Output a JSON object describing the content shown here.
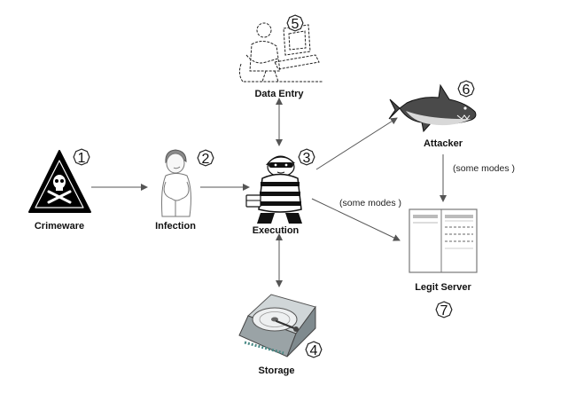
{
  "nodes": {
    "crimeware": {
      "label": "Crimeware",
      "step": "1",
      "icon": "hazard-skull-icon"
    },
    "infection": {
      "label": "Infection",
      "step": "2",
      "icon": "infected-person-icon"
    },
    "execution": {
      "label": "Execution",
      "step": "3",
      "icon": "burglar-icon"
    },
    "storage": {
      "label": "Storage",
      "step": "4",
      "icon": "hard-drive-icon"
    },
    "data_entry": {
      "label": "Data Entry",
      "step": "5",
      "icon": "user-at-computer-icon"
    },
    "attacker": {
      "label": "Attacker",
      "step": "6",
      "icon": "shark-icon"
    },
    "legit_server": {
      "label": "Legit Server",
      "step": "7",
      "icon": "server-icon"
    }
  },
  "edge_notes": {
    "execution_to_server": "(some modes )",
    "attacker_to_server": "(some modes )"
  },
  "colors": {
    "edge": "#555555",
    "text": "#111111",
    "background": "#ffffff"
  }
}
